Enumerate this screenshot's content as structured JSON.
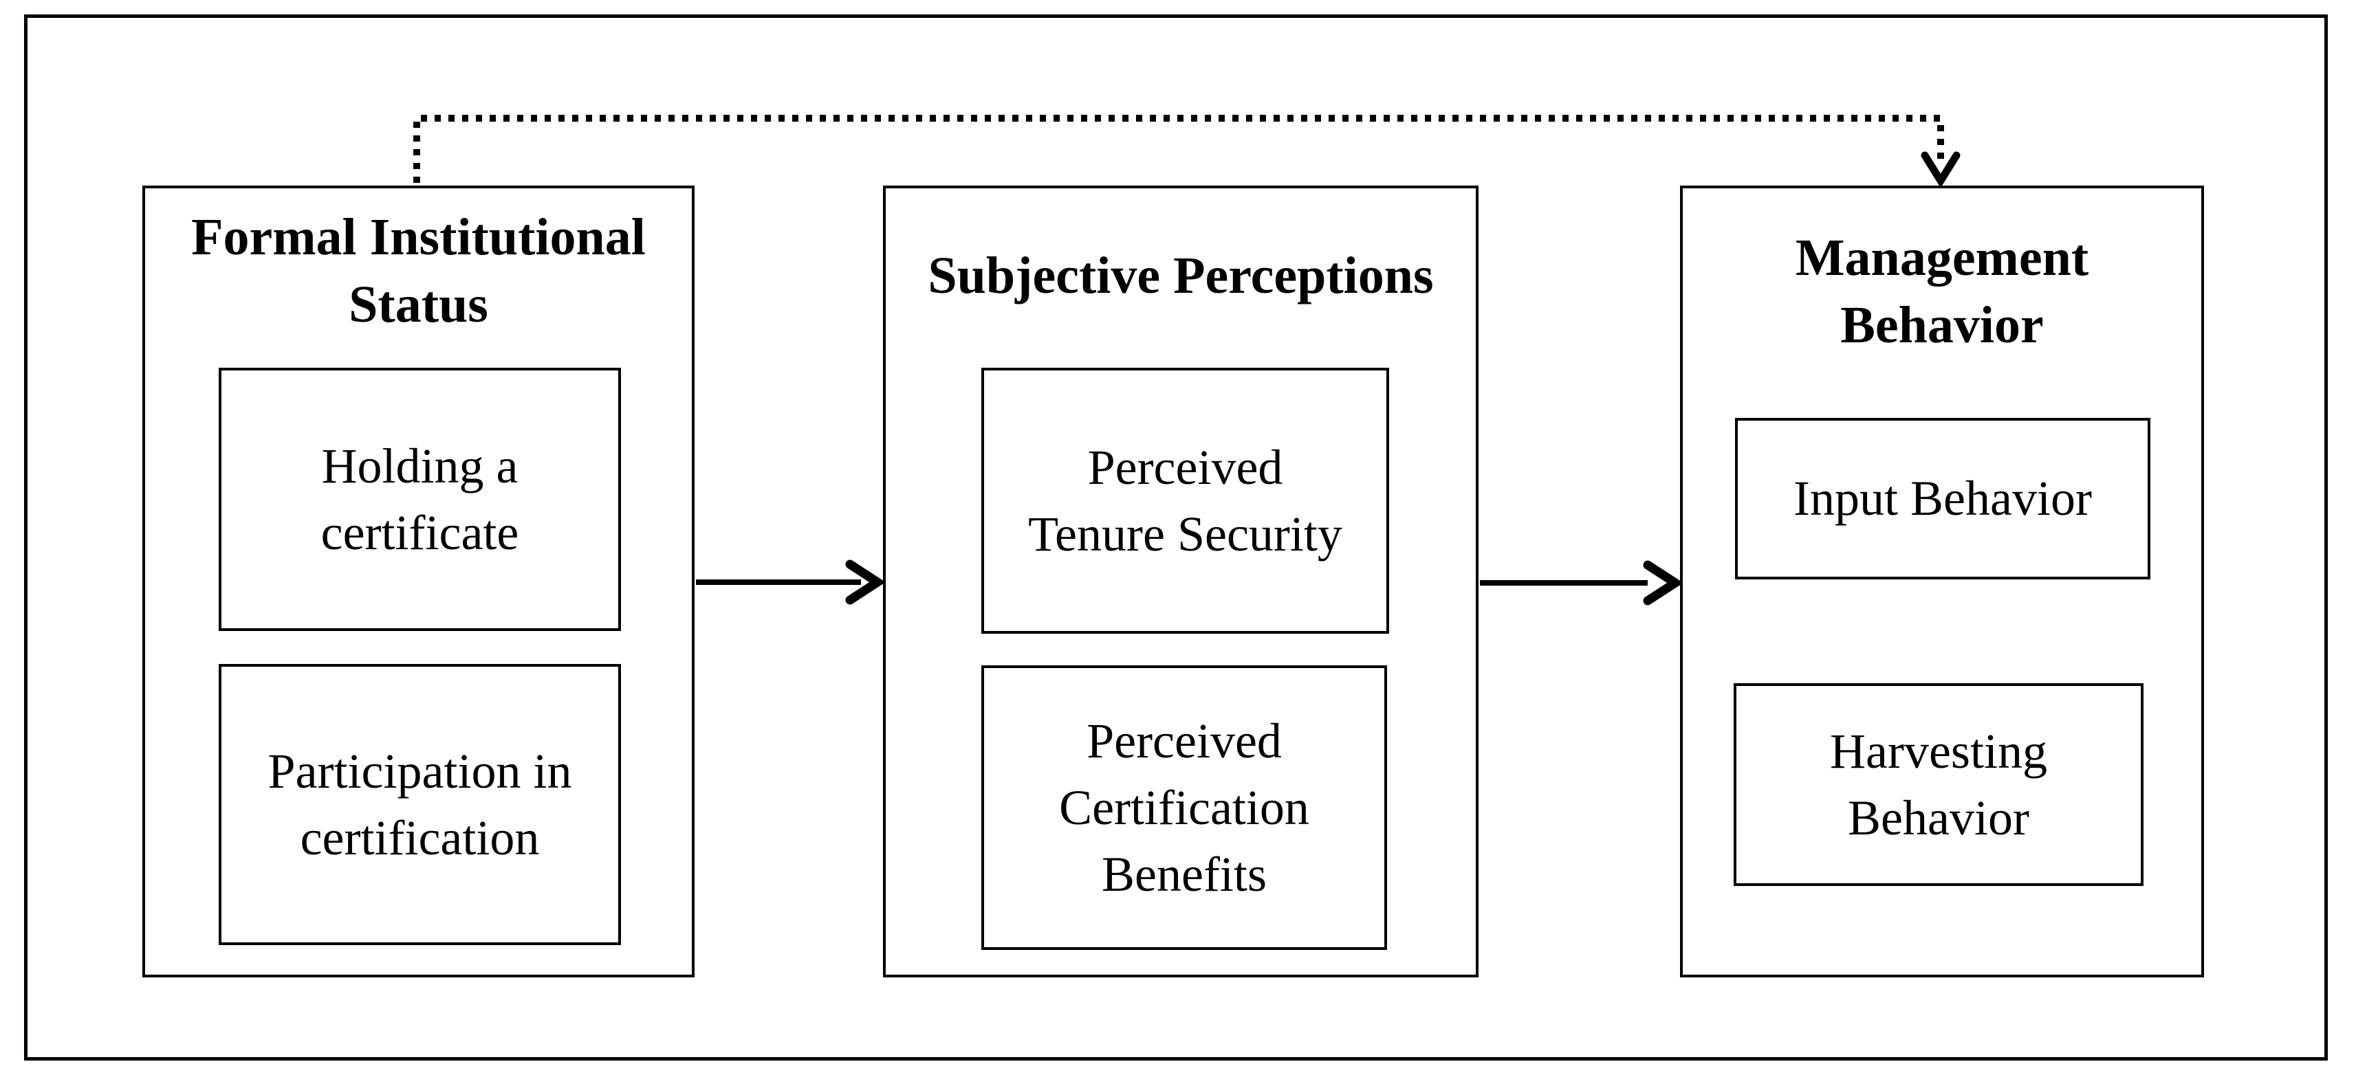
{
  "diagram": {
    "colors": {
      "ink": "#000000",
      "paper": "#ffffff"
    },
    "columns": [
      {
        "title": "Formal Institutional\nStatus",
        "items": [
          "Holding a\ncertificate",
          "Participation in\ncertification"
        ]
      },
      {
        "title": "Subjective Perceptions",
        "items": [
          "Perceived\nTenure Security",
          "Perceived\nCertification\nBenefits"
        ]
      },
      {
        "title": "Management\nBehavior",
        "items": [
          "Input Behavior",
          "Harvesting\nBehavior"
        ]
      }
    ],
    "connections": [
      {
        "from": "Formal Institutional Status",
        "to": "Subjective Perceptions",
        "style": "solid-arrow"
      },
      {
        "from": "Subjective Perceptions",
        "to": "Management Behavior",
        "style": "solid-arrow"
      },
      {
        "from": "Formal Institutional Status",
        "to": "Management Behavior",
        "style": "dotted-arrow"
      }
    ]
  }
}
